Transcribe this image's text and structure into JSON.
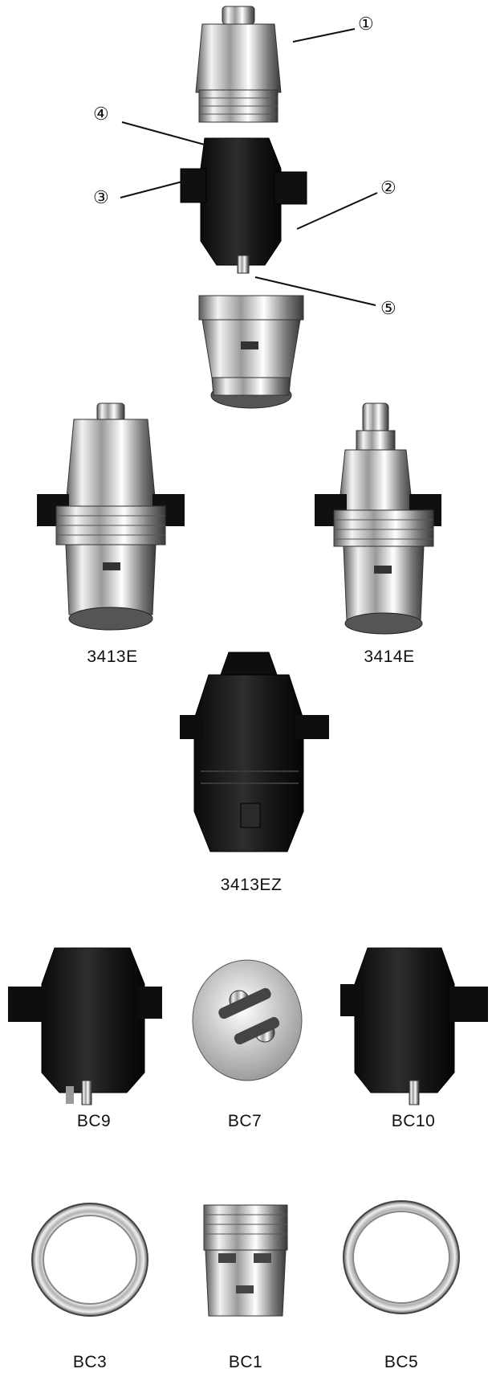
{
  "callouts": [
    "①",
    "②",
    "③",
    "④",
    "⑤"
  ],
  "products": {
    "p3413E": "3413E",
    "p3414E": "3414E",
    "p3413EZ": "3413EZ",
    "pBC9": "BC9",
    "pBC7": "BC7",
    "pBC10": "BC10",
    "pBC3": "BC3",
    "pBC1": "BC1",
    "pBC5": "BC5"
  },
  "colors": {
    "ink": "#111111",
    "chrome": "#c8c8c8",
    "bakelite": "#141414"
  }
}
